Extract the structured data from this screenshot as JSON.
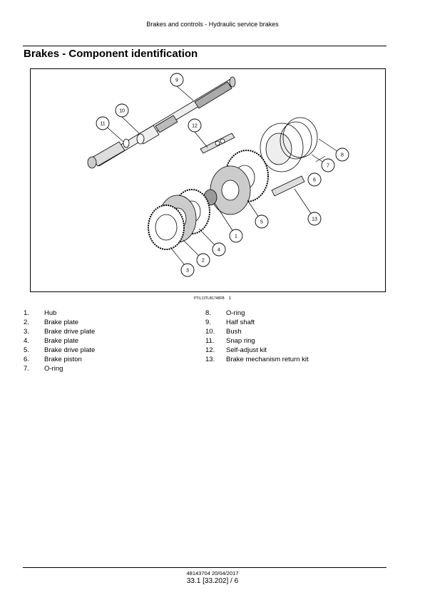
{
  "header": {
    "running_title": "Brakes and controls - Hydraulic service brakes"
  },
  "section": {
    "title": "Brakes - Component identification"
  },
  "figure": {
    "code": "PTIL13TLB1748FB",
    "number": "1",
    "callouts": [
      "1",
      "2",
      "3",
      "4",
      "5",
      "6",
      "7",
      "8",
      "9",
      "10",
      "11",
      "12",
      "13"
    ]
  },
  "legend": {
    "left": [
      {
        "n": "1.",
        "label": "Hub"
      },
      {
        "n": "2.",
        "label": "Brake plate"
      },
      {
        "n": "3.",
        "label": "Brake drive plate"
      },
      {
        "n": "4.",
        "label": "Brake plate"
      },
      {
        "n": "5.",
        "label": "Brake drive plate"
      },
      {
        "n": "6.",
        "label": "Brake piston"
      },
      {
        "n": "7.",
        "label": "O-ring"
      }
    ],
    "right": [
      {
        "n": "8.",
        "label": "O-ring"
      },
      {
        "n": "9.",
        "label": "Half shaft"
      },
      {
        "n": "10.",
        "label": "Bush"
      },
      {
        "n": "11.",
        "label": "Snap ring"
      },
      {
        "n": "12.",
        "label": "Self-adjust kit"
      },
      {
        "n": "13.",
        "label": "Brake mechanism return kit"
      }
    ]
  },
  "footer": {
    "doc_ref": "48143704 20/04/2017",
    "page_ref": "33.1 [33.202] / 6"
  }
}
